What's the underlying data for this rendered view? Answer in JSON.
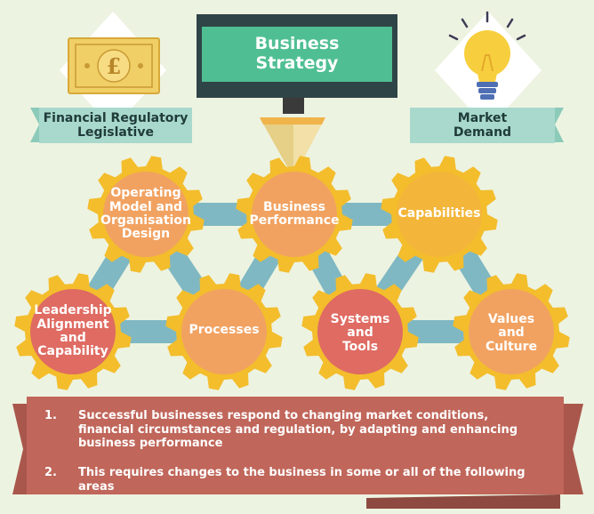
{
  "title": "Business\nStrategy",
  "drivers": {
    "left": "Financial Regulatory\nLegislative",
    "right": "Market\nDemand",
    "pound_symbol": "£"
  },
  "gears": [
    {
      "id": "operating-model",
      "label": "Operating\nModel and\nOrganisation\nDesign"
    },
    {
      "id": "business-performance",
      "label": "Business\nPerformance"
    },
    {
      "id": "capabilities",
      "label": "Capabilities"
    },
    {
      "id": "leadership",
      "label": "Leadership\nAlignment\nand\nCapability"
    },
    {
      "id": "processes",
      "label": "Processes"
    },
    {
      "id": "systems-tools",
      "label": "Systems\nand\nTools"
    },
    {
      "id": "values-culture",
      "label": "Values\nand\nCulture"
    }
  ],
  "notes": [
    {
      "num": "1.",
      "text": "Successful businesses respond to changing market conditions, financial circumstances and regulation, by adapting and enhancing business performance"
    },
    {
      "num": "2.",
      "text": "This requires changes to the business in some or all of the following areas"
    }
  ],
  "colors": {
    "background": "#edf3e1",
    "title_box": "#4fbf93",
    "title_border": "#2f4447",
    "ribbon": "#a8d9cc",
    "gear": "#f3bd2c",
    "connector": "#7fb8c2",
    "gear_orange": "#f1a261",
    "gear_red": "#df6b62",
    "gear_yellow": "#f3b63a",
    "banner": "#c0665a"
  }
}
